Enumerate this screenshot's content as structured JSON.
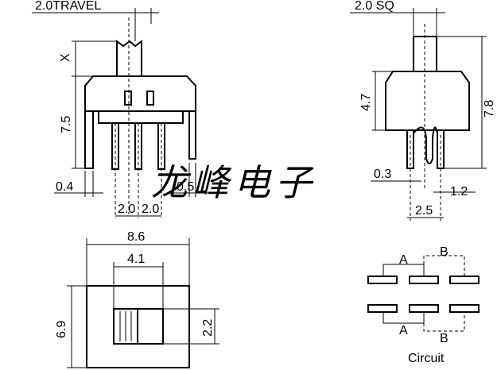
{
  "dimensions": {
    "travel": "2.0TRAVEL",
    "x": "X",
    "height_left": "7.5",
    "lead_left": "0.4",
    "lead_right": "0.5",
    "pitch_a": "2.0",
    "pitch_b": "2.0",
    "sq": "2.0 SQ",
    "body_height": "4.7",
    "total_height": "7.8",
    "pin_thickness": "0.3",
    "pin_width": "1.2",
    "pin_pitch": "2.5",
    "width": "8.6",
    "slot_width": "4.1",
    "depth": "6.9",
    "slot_height": "2.2"
  },
  "circuit": {
    "label_a_top": "A",
    "label_b_top": "B",
    "label_a_bottom": "A",
    "label_b_bottom": "B",
    "title": "Circuit"
  },
  "watermark": "龙峰电子"
}
